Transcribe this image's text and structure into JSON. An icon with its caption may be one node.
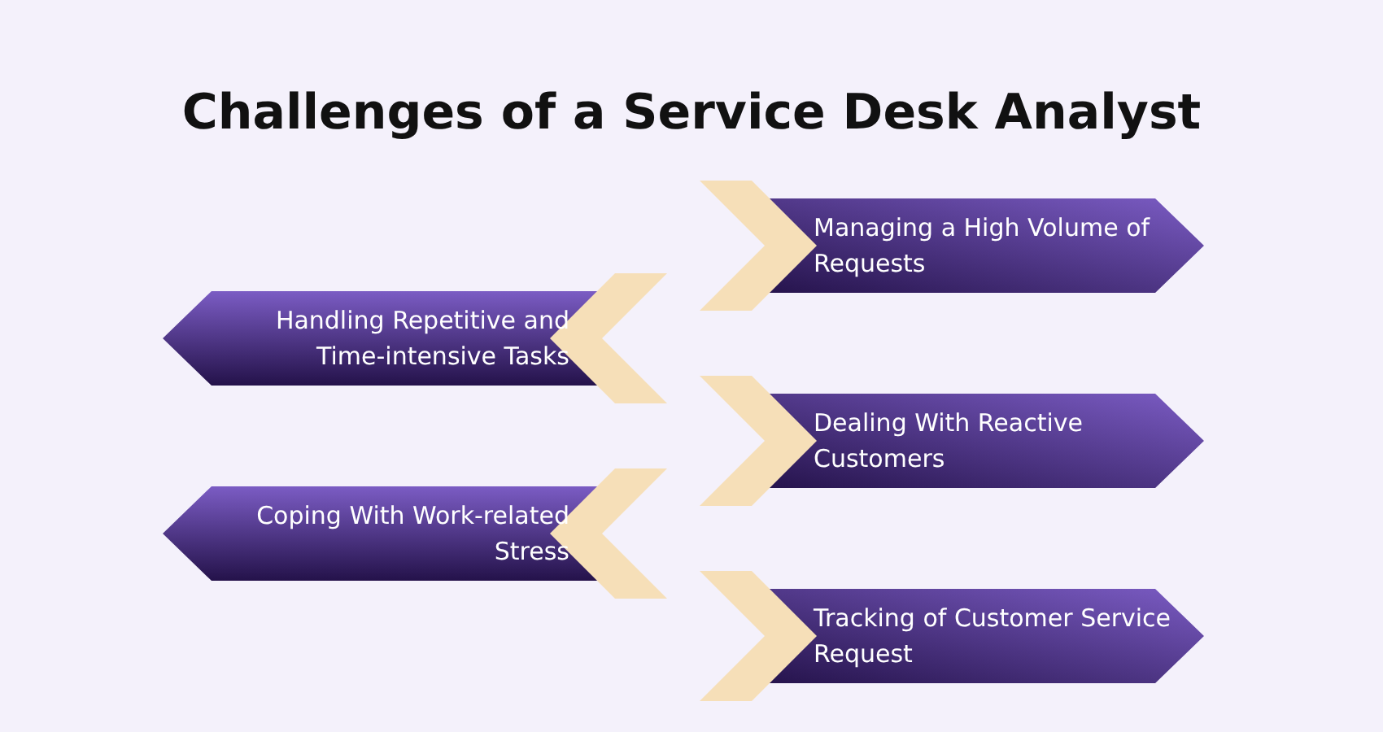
{
  "diagram": {
    "title": "Challenges of a Service Desk Analyst",
    "nodes": [
      {
        "text": [
          "Managing a High Volume of Requests"
        ]
      },
      {
        "text": [
          "Handling Repetitive and Time-intensive Tasks"
        ]
      },
      {
        "text": [
          "Dealing With Reactive Customers"
        ]
      },
      {
        "text": [
          "Coping With Work-related Stress"
        ]
      },
      {
        "text": [
          "Tracking of Customer Service Request"
        ]
      }
    ]
  }
}
